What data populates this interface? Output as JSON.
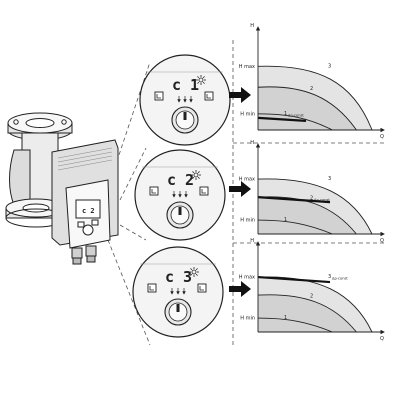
{
  "settings": [
    {
      "mode_label": "c 1",
      "graph": {
        "y_axis": "H",
        "x_axis": "Q",
        "h_max": "H max",
        "h_min": "H min",
        "curves": [
          {
            "label": "3",
            "sub": ""
          },
          {
            "label": "2",
            "sub": ""
          },
          {
            "label": "1",
            "sub": "Δp-const"
          }
        ]
      }
    },
    {
      "mode_label": "c 2",
      "graph": {
        "y_axis": "H",
        "x_axis": "Q",
        "h_max": "H max",
        "h_min": "H min",
        "curves": [
          {
            "label": "3",
            "sub": ""
          },
          {
            "label": "2",
            "sub": "Δp-const"
          },
          {
            "label": "1",
            "sub": ""
          }
        ]
      }
    },
    {
      "mode_label": "c 3",
      "graph": {
        "y_axis": "H",
        "x_axis": "Q",
        "h_max": "H max",
        "h_min": "H min",
        "curves": [
          {
            "label": "3",
            "sub": "Δp-const"
          },
          {
            "label": "2",
            "sub": ""
          },
          {
            "label": "1",
            "sub": ""
          }
        ]
      }
    }
  ],
  "pump": {
    "display_text": "c 2"
  },
  "colors": {
    "line": "#222222",
    "fill_light": "#e4e4e4",
    "fill_mid": "#c8c8c8",
    "dashed": "#555555"
  },
  "icons": [
    "pump-icon",
    "arrow-right-icon",
    "control-knob-icon",
    "sun-icon"
  ]
}
